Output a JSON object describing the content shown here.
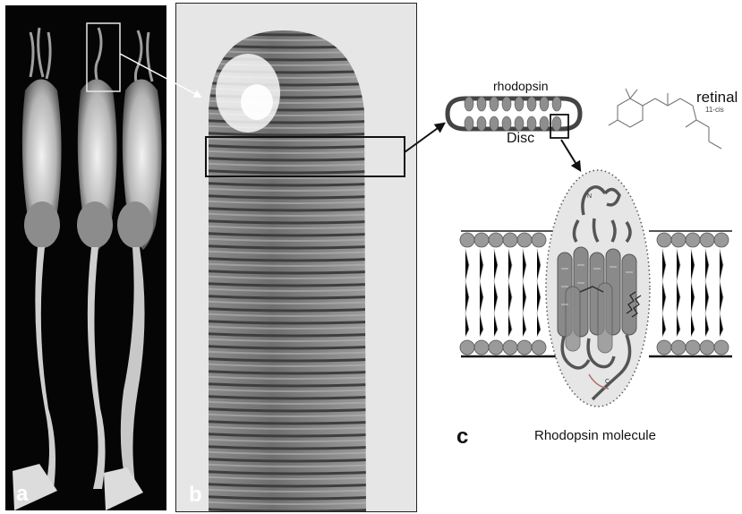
{
  "panels": {
    "a": {
      "letter": "a"
    },
    "b": {
      "letter": "b"
    },
    "c": {
      "letter": "c",
      "caption": "Rhodopsin molecule"
    }
  },
  "labels": {
    "rhodopsin": "rhodopsin",
    "disc": "Disc",
    "retinal": "retinal",
    "retinal_isomer": "11-cis",
    "n_terminus": "N",
    "c_terminus": "C"
  },
  "colors": {
    "panel_a_bg": "#050505",
    "panel_b_bg": "#e9e9e9",
    "lipid_head": "#9a9a9a",
    "protein": "#8a8a8a",
    "ellipse_fill": "#e6e6e6"
  }
}
